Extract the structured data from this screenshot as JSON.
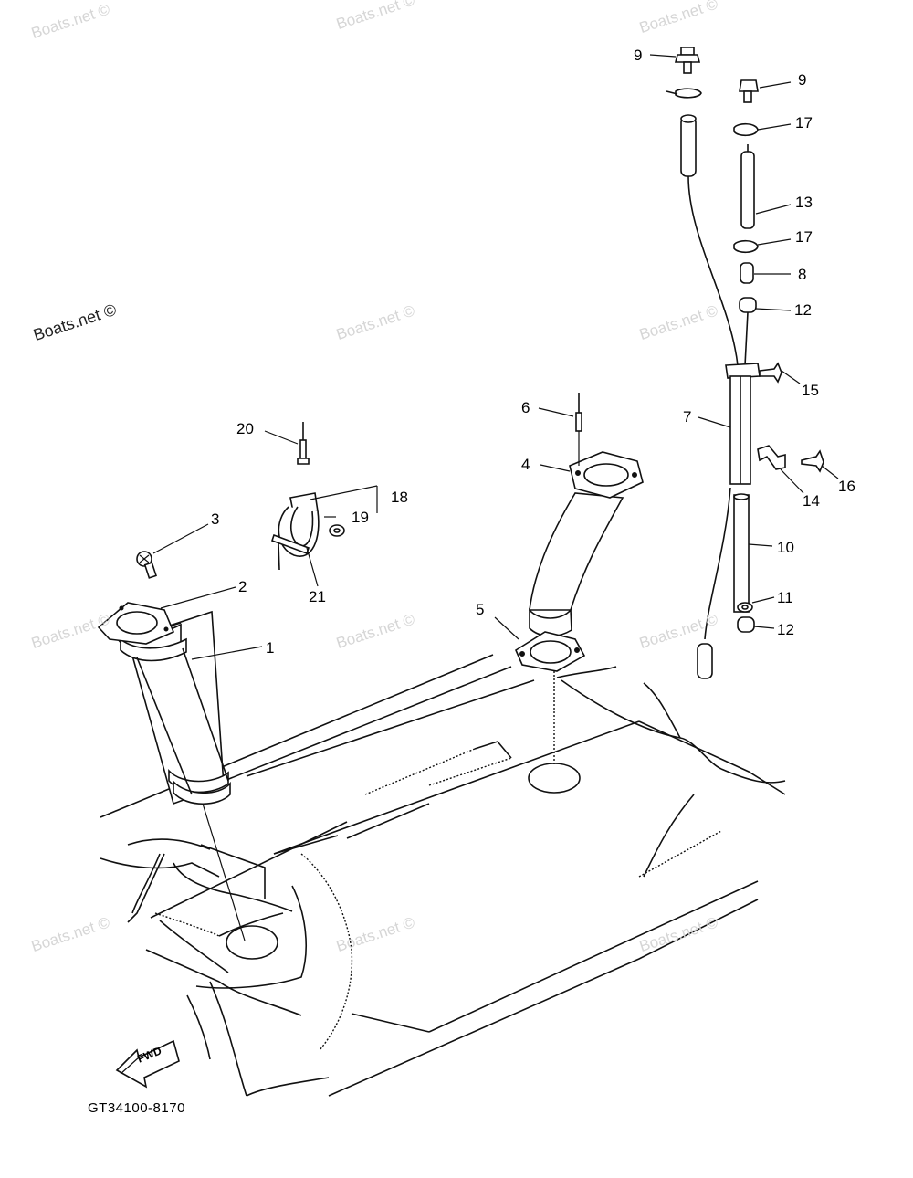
{
  "watermark": {
    "text": "Boats.net ©",
    "tiles": [
      "Boats.net ©",
      "Boats.net ©",
      "Boats.net ©",
      "Boats.net ©",
      "Boats.net ©",
      "Boats.net ©",
      "Boats.net ©",
      "Boats.net ©",
      "Boats.net ©",
      "Boats.net ©",
      "Boats.net ©",
      "Boats.net ©"
    ]
  },
  "diagram_code": "GT34100-8170",
  "fwd_label": "FWD",
  "callouts": {
    "c1": "1",
    "c2": "2",
    "c3": "3",
    "c4": "4",
    "c5": "5",
    "c6": "6",
    "c7": "7",
    "c8": "8",
    "c9a": "9",
    "c9b": "9",
    "c10": "10",
    "c11": "11",
    "c12a": "12",
    "c12b": "12",
    "c13": "13",
    "c14": "14",
    "c15": "15",
    "c16": "16",
    "c17a": "17",
    "c17b": "17",
    "c18": "18",
    "c19": "19",
    "c20": "20",
    "c21": "21"
  }
}
